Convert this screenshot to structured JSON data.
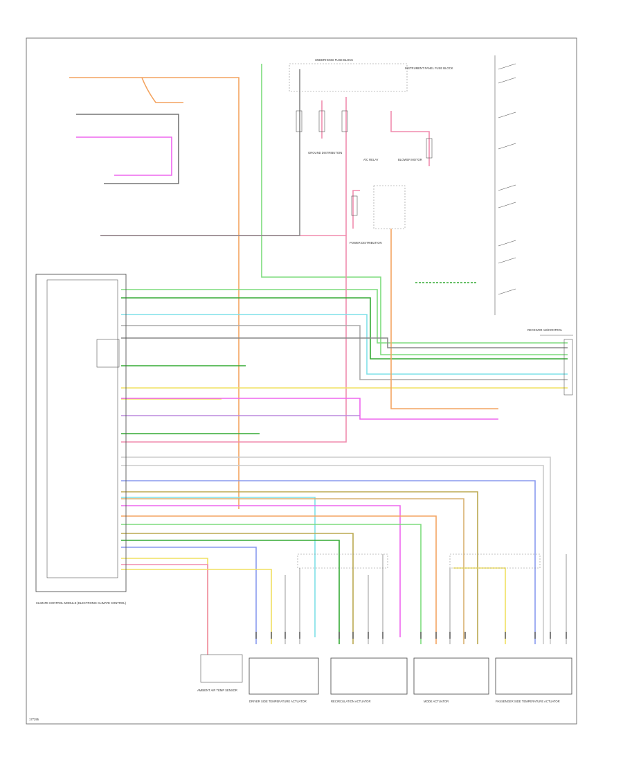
{
  "diagram": {
    "footer_code": "177295",
    "components": {
      "receiver_control": "RECEIVER AM/CONTROL",
      "hvac_control": "CLIMATE CONTROL MODULE (ELECTRONIC CLIMATE CONTROL)",
      "ambient_sensor": "AMBIENT AIR TEMP SENSOR",
      "driver_air_temp": "DRIVER SIDE TEMPERATURE ACTUATOR",
      "recirc_actuator": "RECIRCULATION ACTUATOR",
      "mode_actuator": "MODE ACTUATOR",
      "pass_air_temp": "PASSENGER SIDE TEMPERATURE ACTUATOR",
      "fuse_block": "UNDERHOOD FUSE BLOCK",
      "fuse_block_2": "INSTRUMENT PANEL FUSE BLOCK",
      "ground_dist": "GROUND DISTRIBUTION",
      "blower_motor": "BLOWER MOTOR",
      "ac_relay": "A/C RELAY",
      "power_dist": "POWER DISTRIBUTION"
    },
    "colors": {
      "orange": "#f4a460",
      "green": "#7ddc7d",
      "pink": "#f08cae",
      "magenta": "#ee66ee",
      "cyan": "#7fe0e8",
      "yellow": "#f0e060",
      "blue": "#8899ee",
      "dkgreen": "#33aa33",
      "olive": "#bba850",
      "gray": "#aaaaaa",
      "black": "#555555",
      "tan": "#d8b070",
      "violet": "#bb88dd"
    }
  }
}
